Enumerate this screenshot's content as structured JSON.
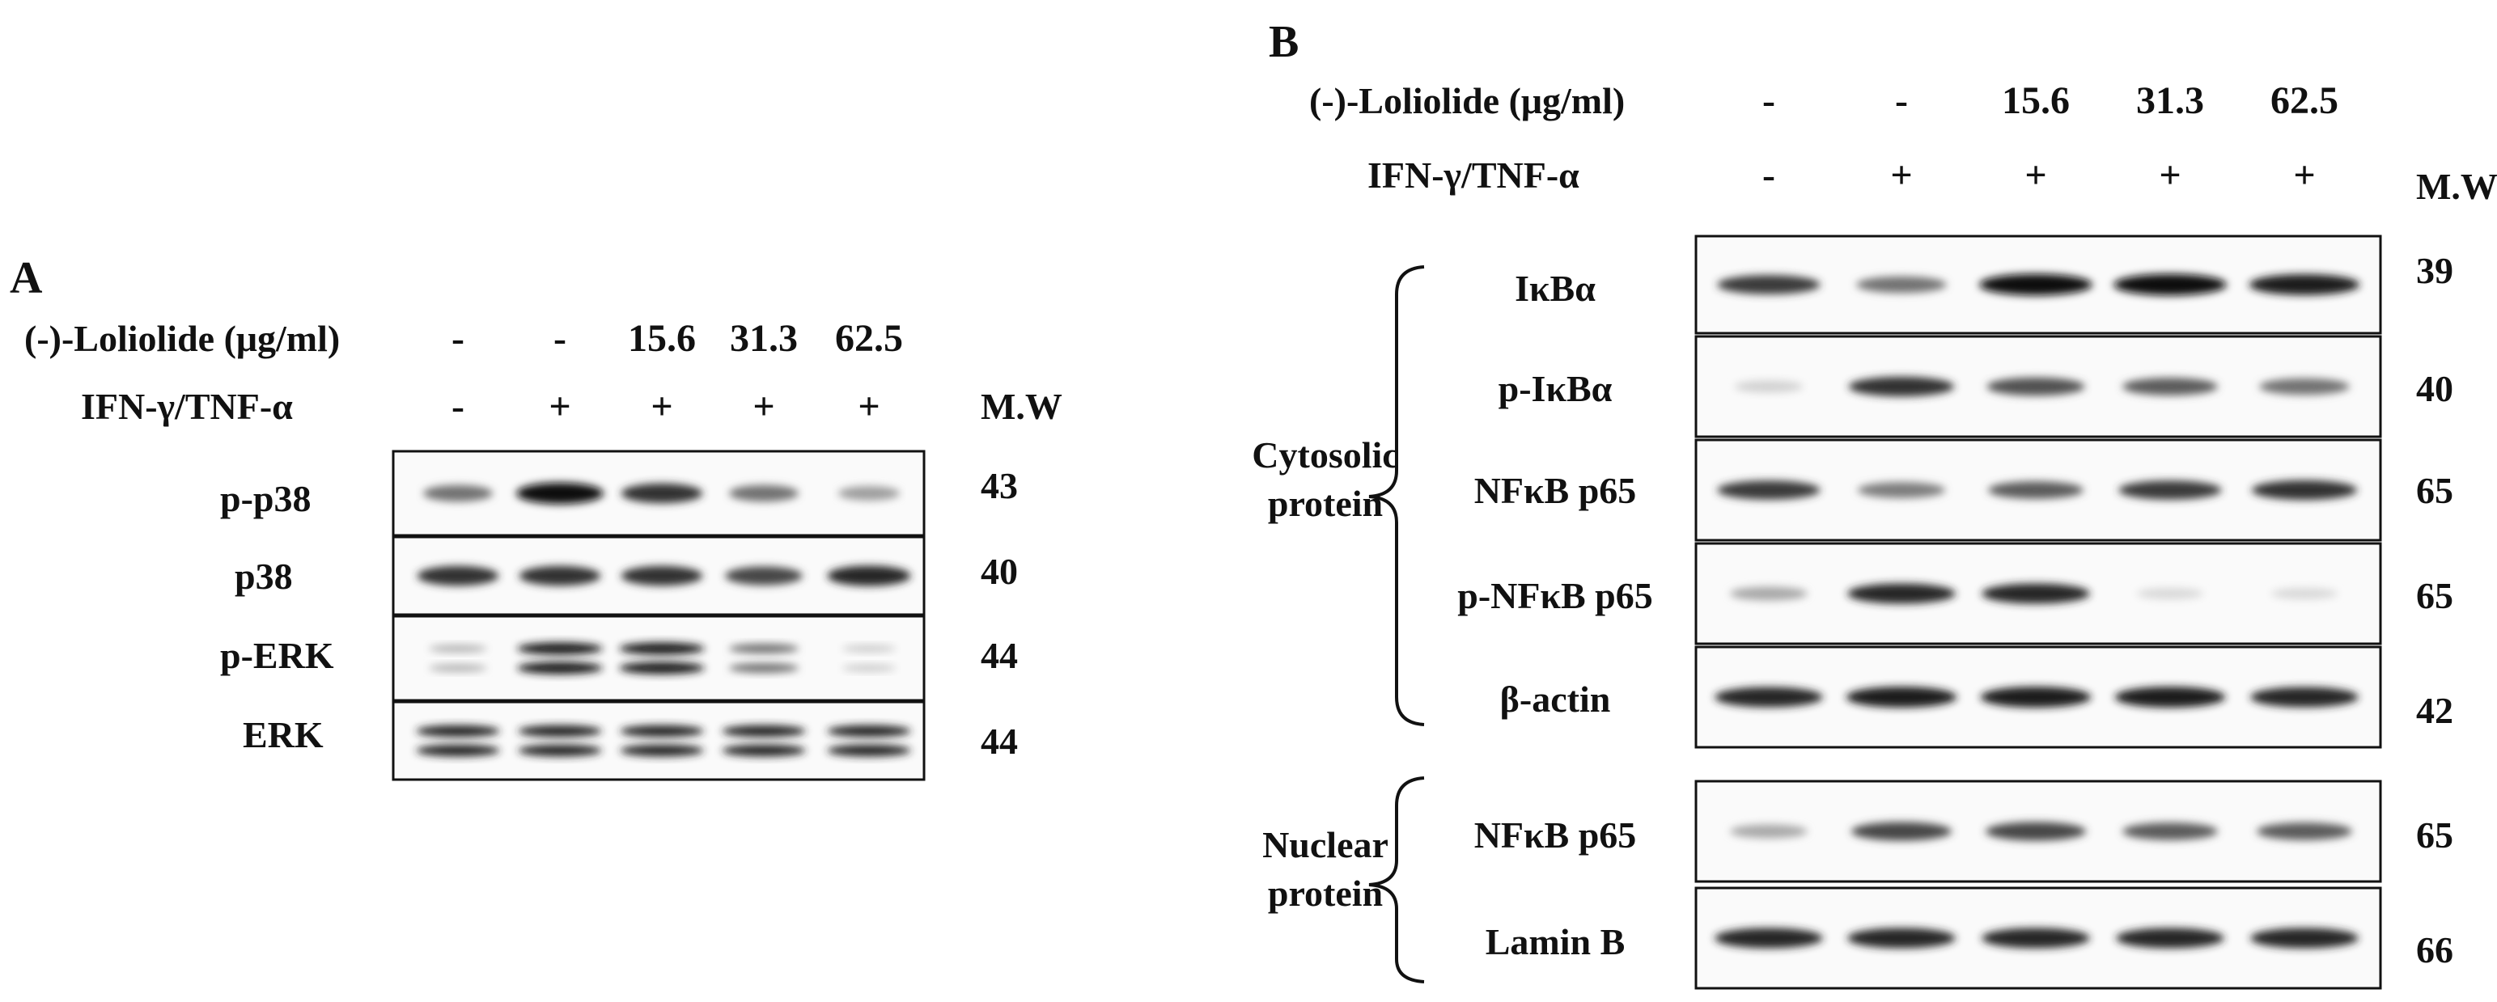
{
  "panel_a": {
    "letter": "A",
    "treatment_label": "(-)-Loliolide (μg/ml)",
    "stimulus_label": "IFN-γ/TNF-α",
    "mw_header": "M.W",
    "doses": [
      "-",
      "-",
      "15.6",
      "31.3",
      "62.5"
    ],
    "stimulus": [
      "-",
      "+",
      "+",
      "+",
      "+"
    ],
    "blots": [
      {
        "label": "p-p38",
        "mw": "43",
        "intensity": [
          0.55,
          1.0,
          0.85,
          0.55,
          0.35
        ]
      },
      {
        "label": "p38",
        "mw": "40",
        "intensity": [
          0.85,
          0.85,
          0.85,
          0.75,
          0.9
        ]
      },
      {
        "label": "p-ERK",
        "mw": "44",
        "intensity": [
          0.25,
          0.95,
          0.95,
          0.55,
          0.15
        ],
        "doublet": true
      },
      {
        "label": "ERK",
        "mw": "44",
        "intensity": [
          0.9,
          0.9,
          0.9,
          0.9,
          0.9
        ],
        "doublet": true
      }
    ]
  },
  "panel_b": {
    "letter": "B",
    "treatment_label": "(-)-Loliolide (μg/ml)",
    "stimulus_label": "IFN-γ/TNF-α",
    "mw_header": "M.W",
    "doses": [
      "-",
      "-",
      "15.6",
      "31.3",
      "62.5"
    ],
    "stimulus": [
      "-",
      "+",
      "+",
      "+",
      "+"
    ],
    "groups": [
      {
        "label_lines": [
          "Cytosolic",
          "protein"
        ]
      },
      {
        "label_lines": [
          "Nuclear",
          "protein"
        ]
      }
    ],
    "blots": [
      {
        "label": "IκBα",
        "mw": "39",
        "intensity": [
          0.8,
          0.55,
          1.0,
          1.0,
          0.95
        ]
      },
      {
        "label": "p-IκBα",
        "mw": "40",
        "intensity": [
          0.12,
          0.85,
          0.7,
          0.65,
          0.55
        ]
      },
      {
        "label": "NFκB p65",
        "mw": "65",
        "intensity": [
          0.8,
          0.5,
          0.65,
          0.8,
          0.85
        ]
      },
      {
        "label": "p-NFκB p65",
        "mw": "65",
        "intensity": [
          0.3,
          0.9,
          0.9,
          0.08,
          0.08
        ]
      },
      {
        "label": "β-actin",
        "mw": "42",
        "intensity": [
          0.9,
          0.95,
          0.95,
          0.95,
          0.9
        ]
      },
      {
        "label": "NFκB p65",
        "mw": "65",
        "intensity": [
          0.3,
          0.75,
          0.75,
          0.65,
          0.65
        ]
      },
      {
        "label": "Lamin B",
        "mw": "66",
        "intensity": [
          0.9,
          0.9,
          0.9,
          0.9,
          0.9
        ]
      }
    ]
  }
}
